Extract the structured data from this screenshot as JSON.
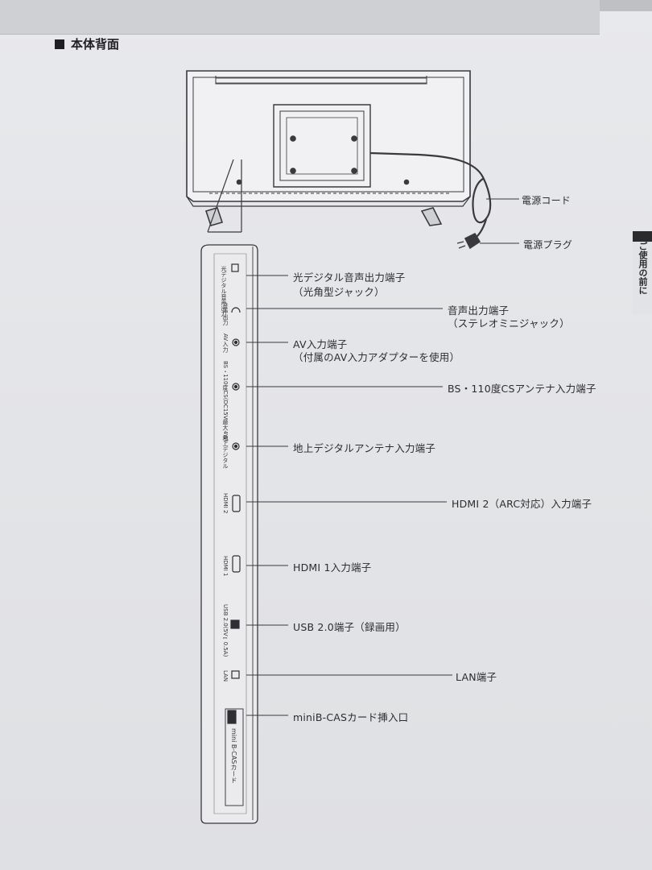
{
  "heading": "本体背面",
  "side_tab": "ご使用の前に",
  "power": {
    "cord": "電源コード",
    "plug": "電源プラグ"
  },
  "callouts": [
    {
      "id": "optical",
      "line1": "光デジタル音声出力端子",
      "line2": "（光角型ジャック）"
    },
    {
      "id": "audio-out",
      "line1": "音声出力端子",
      "line2": "（ステレオミニジャック）"
    },
    {
      "id": "av-in",
      "line1": "AV入力端子",
      "line2": "（付属のAV入力アダプターを使用）"
    },
    {
      "id": "bs-cs",
      "line1": "BS・110度CSアンテナ入力端子",
      "line2": ""
    },
    {
      "id": "terrestrial",
      "line1": "地上デジタルアンテナ入力端子",
      "line2": ""
    },
    {
      "id": "hdmi2",
      "line1": "HDMI 2（ARC対応）入力端子",
      "line2": ""
    },
    {
      "id": "hdmi1",
      "line1": "HDMI 1入力端子",
      "line2": ""
    },
    {
      "id": "usb",
      "line1": "USB 2.0端子（録画用）",
      "line2": ""
    },
    {
      "id": "lan",
      "line1": "LAN端子",
      "line2": ""
    },
    {
      "id": "bcas",
      "line1": "miniB-CASカード挿入口",
      "line2": ""
    }
  ],
  "panel_labels": {
    "optical": "光デジタル音声出力",
    "audio": "音声出力",
    "av": "AV入力",
    "bs": "BS・110度CS(DC15V最大4W)",
    "terrestrial": "地上デジタル",
    "hdmi2": "HDMI 2",
    "hdmi1": "HDMI 1",
    "usb": "USB 2.0(5V⎓0.5A)",
    "lan": "LAN",
    "bcas": "mini B-CASカード"
  }
}
